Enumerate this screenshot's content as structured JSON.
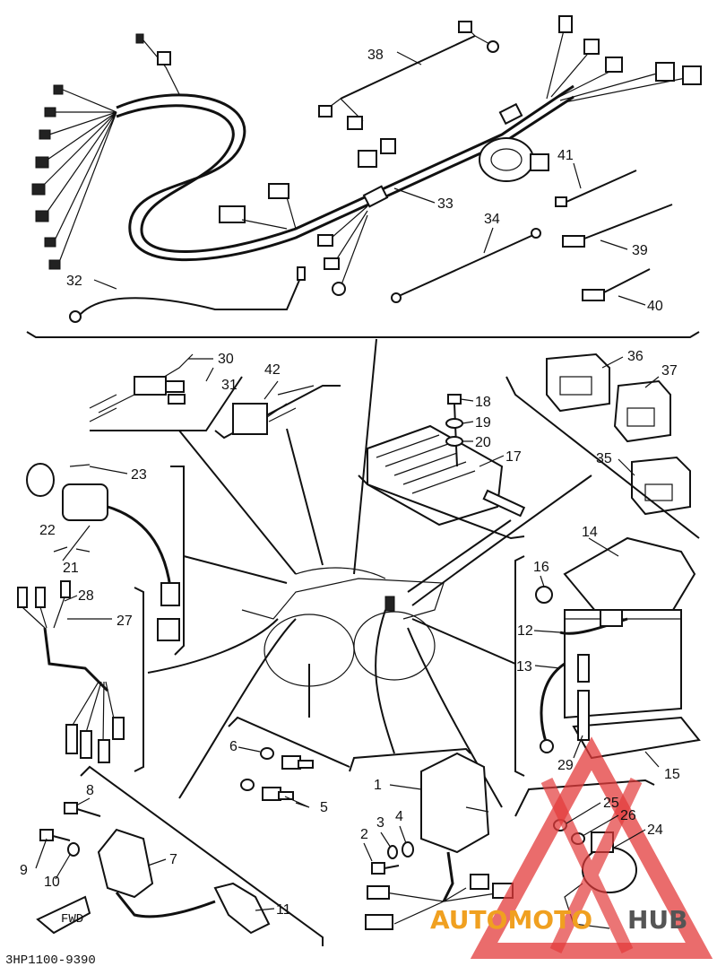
{
  "diagram": {
    "reference_code": "3HP1100-9390",
    "direction_arrow": "FWD",
    "watermark": {
      "text_a": "AUTOMOTO",
      "text_b": "HUB",
      "accent_color": "#e33b3b",
      "text_color": "#f0a020"
    },
    "callouts": [
      {
        "id": "c1",
        "text": "1"
      },
      {
        "id": "c2",
        "text": "2"
      },
      {
        "id": "c3",
        "text": "3"
      },
      {
        "id": "c4",
        "text": "4"
      },
      {
        "id": "c5",
        "text": "5"
      },
      {
        "id": "c6",
        "text": "6"
      },
      {
        "id": "c7",
        "text": "7"
      },
      {
        "id": "c8",
        "text": "8"
      },
      {
        "id": "c9",
        "text": "9"
      },
      {
        "id": "c10",
        "text": "10"
      },
      {
        "id": "c11",
        "text": "11"
      },
      {
        "id": "c12",
        "text": "12"
      },
      {
        "id": "c13",
        "text": "13"
      },
      {
        "id": "c14",
        "text": "14"
      },
      {
        "id": "c15",
        "text": "15"
      },
      {
        "id": "c16",
        "text": "16"
      },
      {
        "id": "c17",
        "text": "17"
      },
      {
        "id": "c18",
        "text": "18"
      },
      {
        "id": "c19",
        "text": "19"
      },
      {
        "id": "c20",
        "text": "20"
      },
      {
        "id": "c21",
        "text": "21"
      },
      {
        "id": "c22",
        "text": "22"
      },
      {
        "id": "c23",
        "text": "23"
      },
      {
        "id": "c24",
        "text": "24"
      },
      {
        "id": "c25",
        "text": "25"
      },
      {
        "id": "c26",
        "text": "26"
      },
      {
        "id": "c27",
        "text": "27"
      },
      {
        "id": "c28",
        "text": "28"
      },
      {
        "id": "c29",
        "text": "29"
      },
      {
        "id": "c30",
        "text": "30"
      },
      {
        "id": "c31",
        "text": "31"
      },
      {
        "id": "c32",
        "text": "32"
      },
      {
        "id": "c33",
        "text": "33"
      },
      {
        "id": "c34",
        "text": "34"
      },
      {
        "id": "c35",
        "text": "35"
      },
      {
        "id": "c36",
        "text": "36"
      },
      {
        "id": "c37",
        "text": "37"
      },
      {
        "id": "c38",
        "text": "38"
      },
      {
        "id": "c39",
        "text": "39"
      },
      {
        "id": "c40",
        "text": "40"
      },
      {
        "id": "c41",
        "text": "41"
      },
      {
        "id": "c42",
        "text": "42"
      }
    ]
  }
}
